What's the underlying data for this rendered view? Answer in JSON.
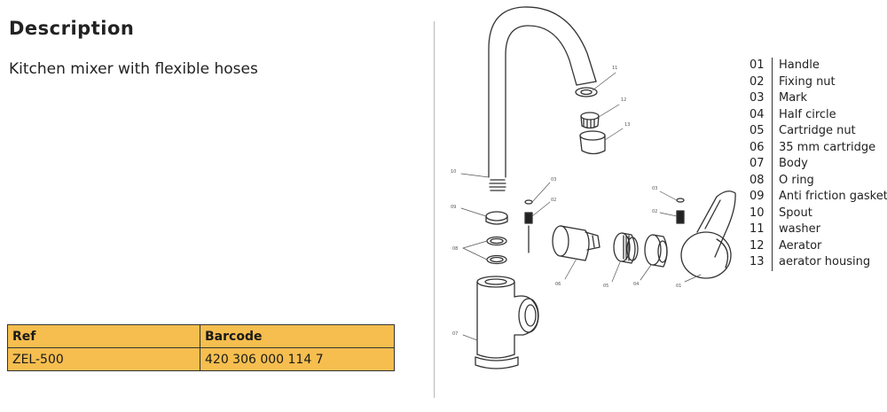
{
  "description": {
    "heading": "Description",
    "subtitle": "Kitchen mixer with flexible hoses"
  },
  "ref_table": {
    "headers": [
      "Ref",
      "Barcode"
    ],
    "ref": "ZEL-500",
    "barcode": "420 306 000 114 7"
  },
  "parts": [
    {
      "num": "01",
      "name": "Handle"
    },
    {
      "num": "02",
      "name": "Fixing nut"
    },
    {
      "num": "03",
      "name": "Mark"
    },
    {
      "num": "04",
      "name": "Half circle"
    },
    {
      "num": "05",
      "name": "Cartridge nut"
    },
    {
      "num": "06",
      "name": "35 mm cartridge"
    },
    {
      "num": "07",
      "name": "Body"
    },
    {
      "num": "08",
      "name": "O ring"
    },
    {
      "num": "09",
      "name": "Anti friction gasket"
    },
    {
      "num": "10",
      "name": "Spout"
    },
    {
      "num": "11",
      "name": "washer"
    },
    {
      "num": "12",
      "name": "Aerator"
    },
    {
      "num": "13",
      "name": "aerator housing"
    }
  ],
  "callouts": {
    "c11": "11",
    "c12": "12",
    "c13": "13",
    "c10": "10",
    "c09": "09",
    "c08": "08",
    "c03a": "03",
    "c02a": "02",
    "c06": "06",
    "c05": "05",
    "c04": "04",
    "c01": "01",
    "c03b": "03",
    "c02b": "02",
    "c07": "07"
  }
}
